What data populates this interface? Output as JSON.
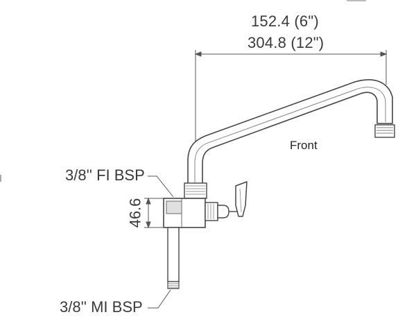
{
  "dimensions": {
    "width_short": "152.4 (6\")",
    "width_long": "304.8 (12\")",
    "body_height": "46.6"
  },
  "callouts": {
    "inlet_top": "3/8'' FI BSP",
    "outlet_bottom": "3/8'' MI BSP",
    "view": "Front"
  },
  "colors": {
    "outline": "#444444",
    "fill": "#ffffff",
    "threads": "#9a9a9a",
    "dim_line": "#555555"
  }
}
